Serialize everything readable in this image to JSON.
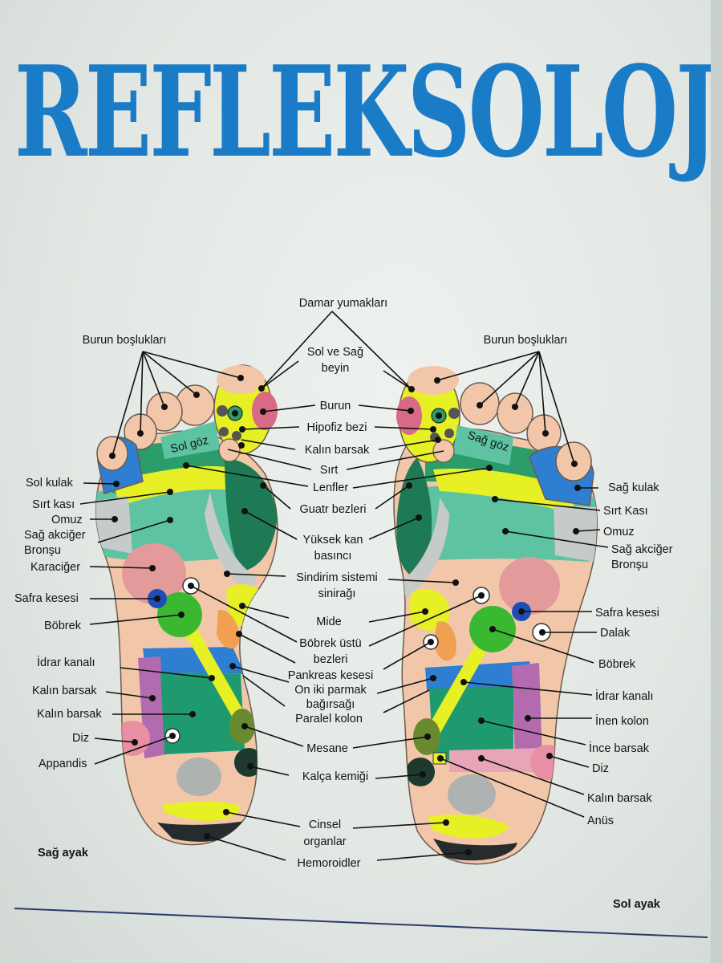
{
  "poster": {
    "title": "REFLEKSOLOJİ"
  },
  "colors": {
    "title_blue": "#1a7cc7",
    "skin": "#f2c7a9",
    "yellow": "#e6f024",
    "green": "#2a9d6b",
    "dark_green": "#1d7a55",
    "teal": "#5ec3a3",
    "pink": "#d96a86",
    "blue": "#2e7fd1",
    "purple": "#b36bb0",
    "bright_green": "#3ab830",
    "grey": "#b8bbb9",
    "dark_grey": "#262b2d"
  },
  "labels": {
    "damar": "Damar yumakları",
    "burun_bosluklari_l": "Burun boşlukları",
    "burun_bosluklari_r": "Burun boşlukları",
    "sol_sag_beyin_1": "Sol ve Sağ",
    "sol_sag_beyin_2": "beyin",
    "burun": "Burun",
    "hipofiz": "Hipofiz bezi",
    "kalin_barsak_c": "Kalın barsak",
    "sirt": "Sırt",
    "lenfler": "Lenfler",
    "guatr": "Guatr bezleri",
    "yuksek_kan_1": "Yüksek kan",
    "yuksek_kan_2": "basıncı",
    "sindirim_1": "Sindirim sistemi",
    "sindirim_2": "sinirağı",
    "mide": "Mide",
    "bobrek_ustu_1": "Böbrek üstü",
    "bobrek_ustu_2": "bezleri",
    "pankreas": "Pankreas kesesi",
    "on_iki_1": "On iki parmak",
    "on_iki_2": "bağırsağı",
    "paralel": "Paralel kolon",
    "mesane": "Mesane",
    "kalca": "Kalça kemiği",
    "cinsel_1": "Cinsel",
    "cinsel_2": "organlar",
    "hemoroidler": "Hemoroidler",
    "sol_kulak": "Sol kulak",
    "sirt_kasi_l": "Sırt kası",
    "omuz_l": "Omuz",
    "sag_akciger_l1": "Sağ akciğer",
    "sag_akciger_l2": "Bronşu",
    "karaciger": "Karaciğer",
    "safra_l": "Safra kesesi",
    "bobrek_l": "Böbrek",
    "idrar_l": "İdrar kanalı",
    "kalin_barsak_l1": "Kalın barsak",
    "kalin_barsak_l2": "Kalın barsak",
    "diz_l": "Diz",
    "appandis": "Appandis",
    "sag_ayak": "Sağ ayak",
    "sag_kulak": "Sağ kulak",
    "sirt_kasi_r": "Sırt Kası",
    "omuz_r": "Omuz",
    "sag_akciger_r1": "Sağ akciğer",
    "sag_akciger_r2": "Bronşu",
    "safra_r": "Safra kesesi",
    "dalak": "Dalak",
    "bobrek_r": "Böbrek",
    "idrar_r": "İdrar kanalı",
    "inen_kolon": "İnen kolon",
    "ince_barsak": "İnce barsak",
    "diz_r": "Diz",
    "kalin_barsak_r": "Kalın barsak",
    "anus": "Anüs",
    "sol_ayak": "Sol ayak",
    "sol_goz": "Sol göz",
    "sag_goz": "Sağ göz"
  }
}
